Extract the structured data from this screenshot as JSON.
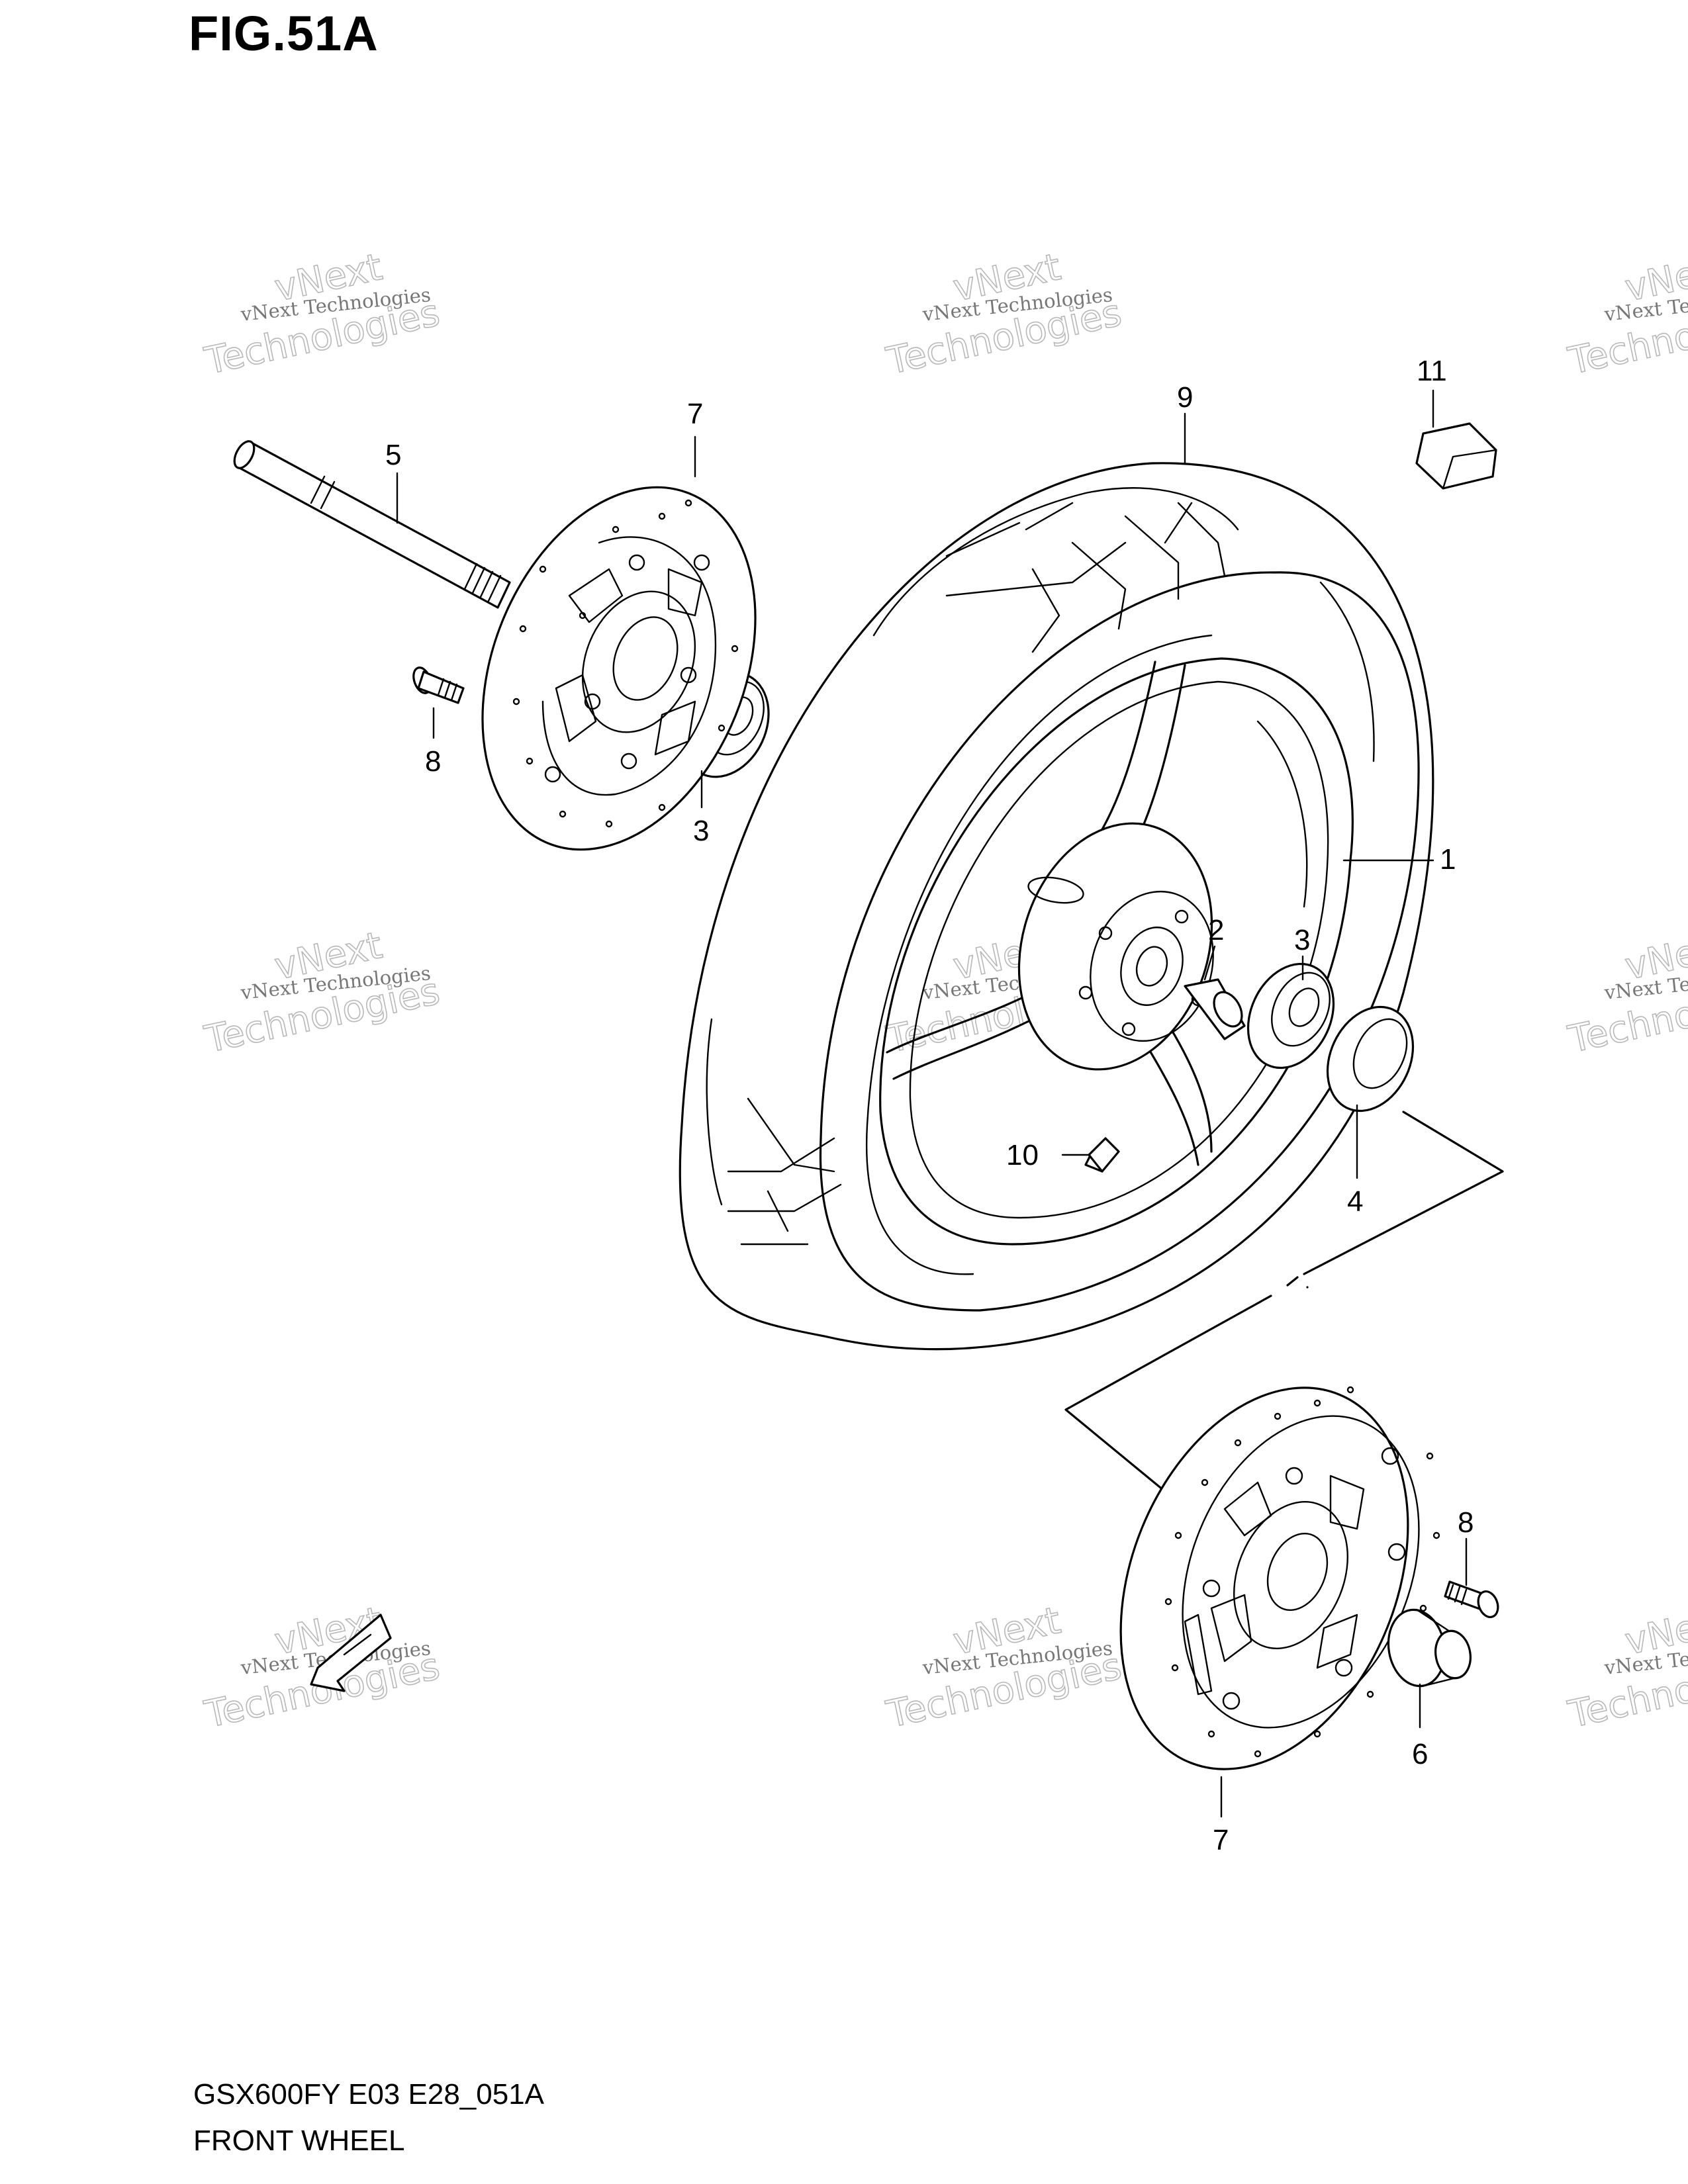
{
  "figure": {
    "title": "FIG.51A",
    "model_code": "GSX600FY E03 E28_051A",
    "name": "FRONT WHEEL"
  },
  "callouts": {
    "c1": "1",
    "c2": "2",
    "c3a": "3",
    "c3b": "3",
    "c4": "4",
    "c5": "5",
    "c6": "6",
    "c7a": "7",
    "c7b": "7",
    "c8a": "8",
    "c8b": "8",
    "c9": "9",
    "c10": "10",
    "c11": "11"
  },
  "watermark": {
    "brand_top": "vNext",
    "brand_line": "vNext Technologies",
    "brand_bottom": "Technologies"
  },
  "colors": {
    "line": "#000000",
    "watermark": "#b8b8b8",
    "background": "#ffffff"
  }
}
